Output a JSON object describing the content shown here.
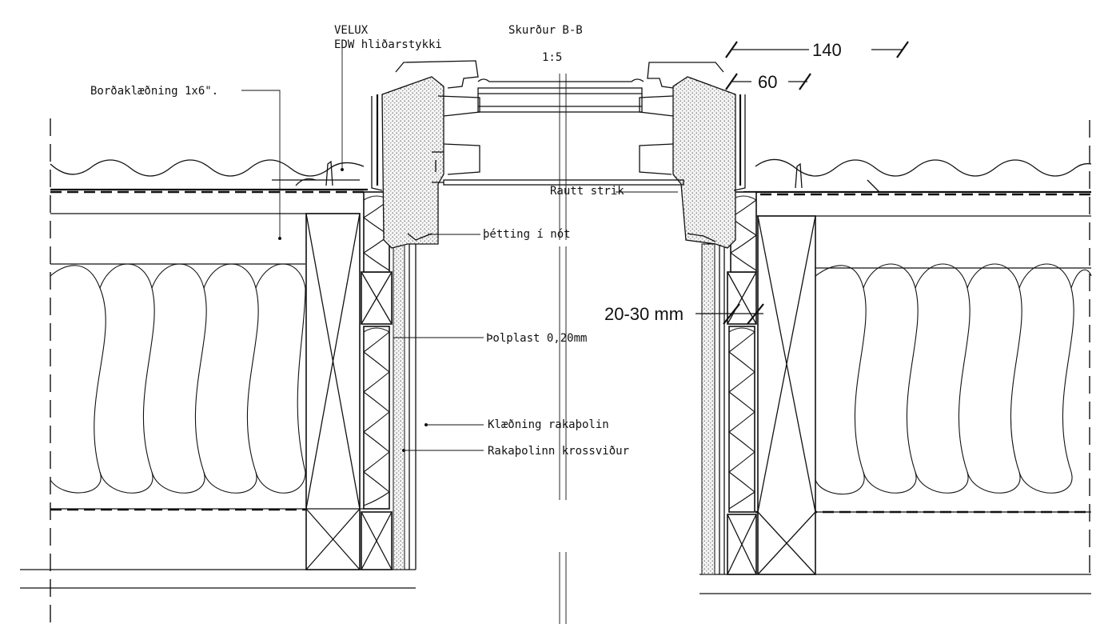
{
  "title": {
    "section": "Skurður B-B",
    "scale": "1:5"
  },
  "labels": {
    "velux_line1": "VELUX",
    "velux_line2": "EDW hliðarstykki",
    "bordaklaedning": "Borðaklæðning 1x6\".",
    "rautt_strik": "Rautt strik",
    "thetting": "þétting í nót",
    "tholplast": "Þolplast 0,20mm",
    "klaedning": "Klæðning rakaþolin",
    "rakatholinn": "Rakaþolinn krossviður"
  },
  "dimensions": {
    "dim_140": "140",
    "dim_60": "60",
    "dim_20_30": "20-30 mm"
  }
}
